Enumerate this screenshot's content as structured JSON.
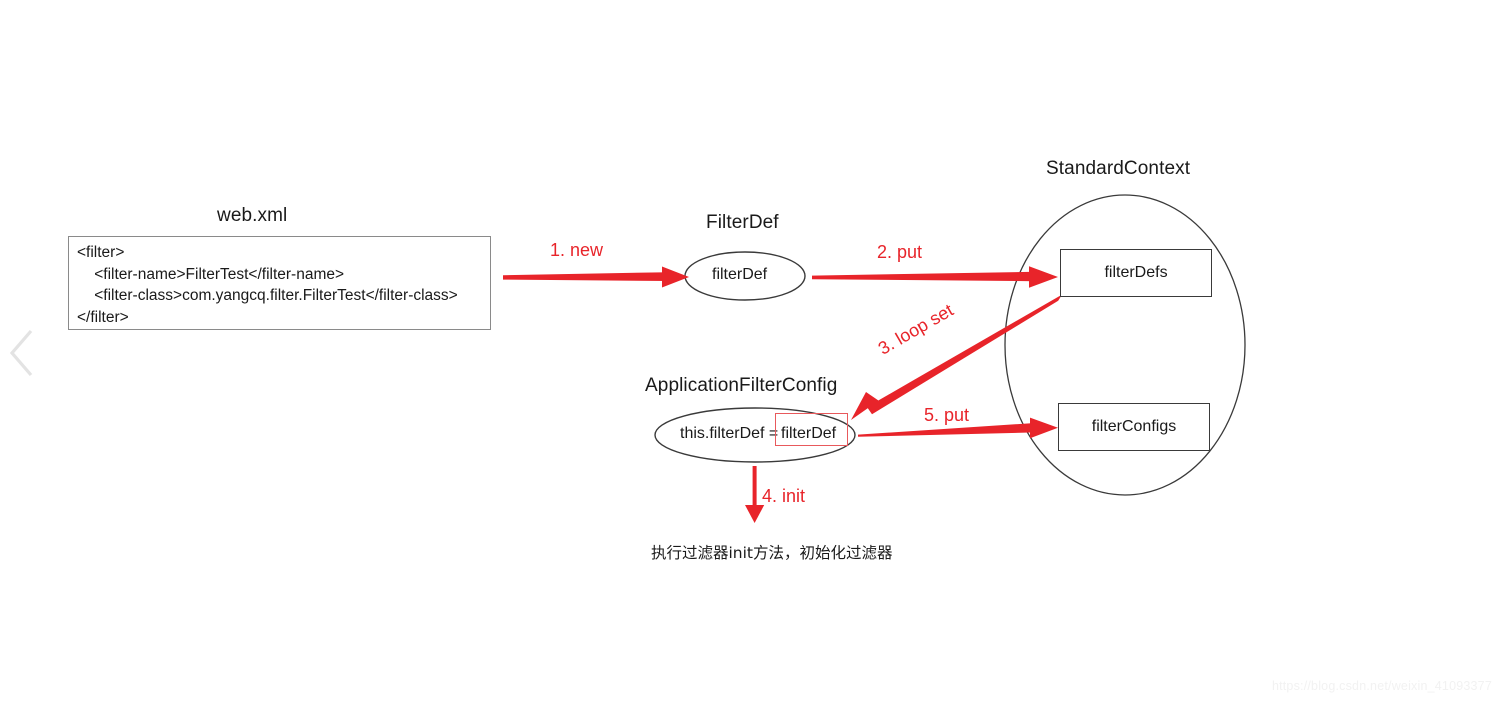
{
  "diagram": {
    "title_web_xml": "web.xml",
    "title_filterdef": "FilterDef",
    "title_standardcontext": "StandardContext",
    "title_appfilterconfig": "ApplicationFilterConfig",
    "xml_snippet": "<filter>\n    <filter-name>FilterTest</filter-name>\n    <filter-class>com.yangcq.filter.FilterTest</filter-class>\n</filter>",
    "node_filterdef": "filterDef",
    "node_filterdefs": "filterDefs",
    "node_filterconfigs": "filterConfigs",
    "node_assignment_left": "this.filterDef = ",
    "node_assignment_right": "filterDef",
    "note_init": "执行过滤器init方法，初始化过滤器",
    "watermark": "https://blog.csdn.net/weixin_41093377",
    "back_chevron": "chevron-left-icon",
    "arrows": [
      {
        "id": "1",
        "label": "1. new"
      },
      {
        "id": "2",
        "label": "2. put"
      },
      {
        "id": "3",
        "label": "3. loop set"
      },
      {
        "id": "4",
        "label": "4. init"
      },
      {
        "id": "5",
        "label": "5. put"
      }
    ],
    "colors": {
      "arrow_red": "#e8242a",
      "outline_red": "#e8595c",
      "shape_stroke": "#3a3a3a",
      "box_stroke": "#8a8a8a",
      "text": "#1a1a1a",
      "background": "#ffffff"
    }
  }
}
